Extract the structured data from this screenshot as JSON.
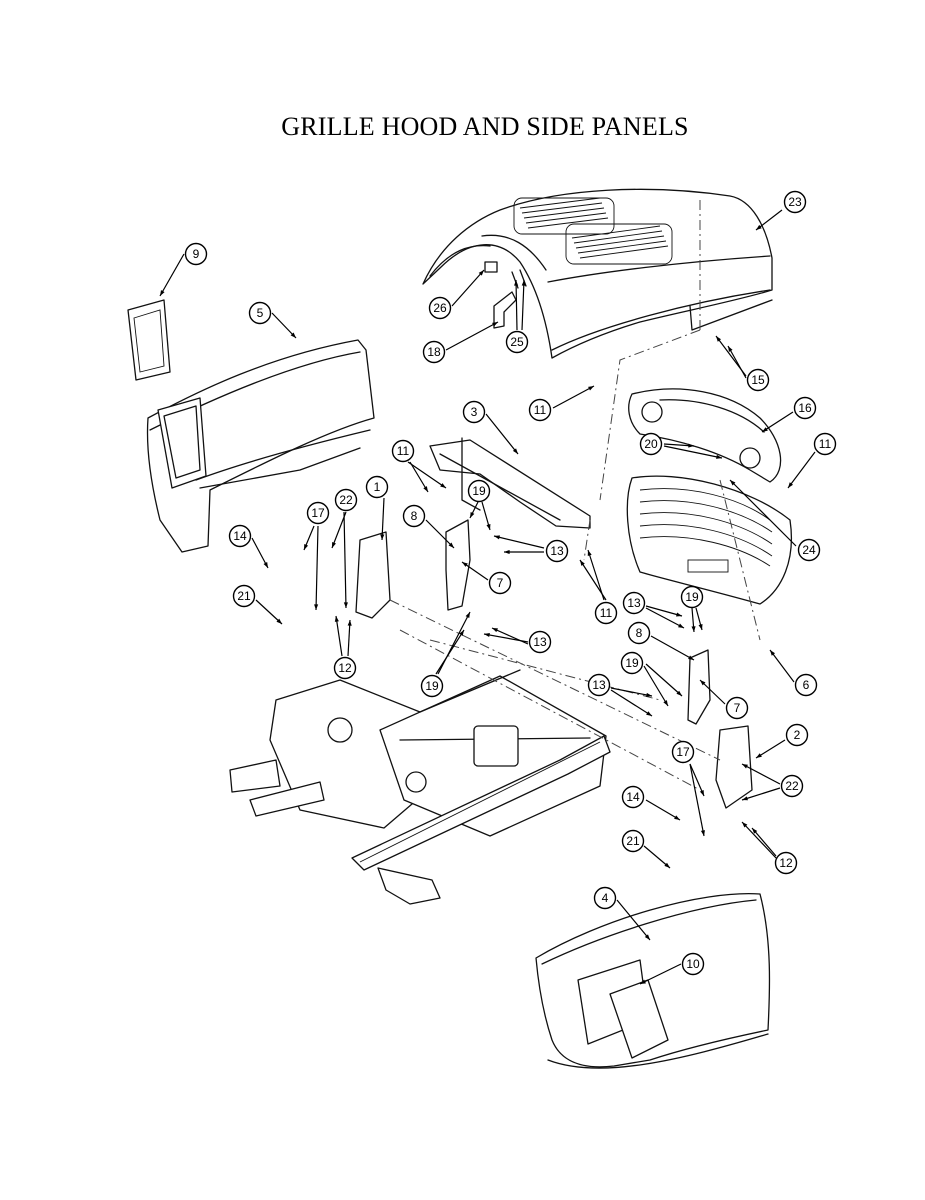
{
  "title": "GRILLE HOOD AND SIDE PANELS",
  "callouts": [
    {
      "id": "c23",
      "label": "23"
    },
    {
      "id": "c26",
      "label": "26"
    },
    {
      "id": "c18",
      "label": "18"
    },
    {
      "id": "c25",
      "label": "25"
    },
    {
      "id": "c15",
      "label": "15"
    },
    {
      "id": "c9",
      "label": "9"
    },
    {
      "id": "c5",
      "label": "5"
    },
    {
      "id": "c3",
      "label": "3"
    },
    {
      "id": "c11a",
      "label": "11"
    },
    {
      "id": "c16",
      "label": "16"
    },
    {
      "id": "c20",
      "label": "20"
    },
    {
      "id": "c11b",
      "label": "11"
    },
    {
      "id": "c11c",
      "label": "11"
    },
    {
      "id": "c1",
      "label": "1"
    },
    {
      "id": "c22a",
      "label": "22"
    },
    {
      "id": "c17a",
      "label": "17"
    },
    {
      "id": "c19a",
      "label": "19"
    },
    {
      "id": "c8a",
      "label": "8"
    },
    {
      "id": "c14a",
      "label": "14"
    },
    {
      "id": "c13a",
      "label": "13"
    },
    {
      "id": "c24",
      "label": "24"
    },
    {
      "id": "c7a",
      "label": "7"
    },
    {
      "id": "c11d",
      "label": "11"
    },
    {
      "id": "c21a",
      "label": "21"
    },
    {
      "id": "c13b",
      "label": "13"
    },
    {
      "id": "c19b",
      "label": "19"
    },
    {
      "id": "c13c",
      "label": "13"
    },
    {
      "id": "c12a",
      "label": "12"
    },
    {
      "id": "c8b",
      "label": "8"
    },
    {
      "id": "c6",
      "label": "6"
    },
    {
      "id": "c19c",
      "label": "19"
    },
    {
      "id": "c19d",
      "label": "19"
    },
    {
      "id": "c13d",
      "label": "13"
    },
    {
      "id": "c7b",
      "label": "7"
    },
    {
      "id": "c2",
      "label": "2"
    },
    {
      "id": "c17b",
      "label": "17"
    },
    {
      "id": "c22b",
      "label": "22"
    },
    {
      "id": "c14b",
      "label": "14"
    },
    {
      "id": "c12b",
      "label": "12"
    },
    {
      "id": "c21b",
      "label": "21"
    },
    {
      "id": "c4",
      "label": "4"
    },
    {
      "id": "c10",
      "label": "10"
    }
  ]
}
